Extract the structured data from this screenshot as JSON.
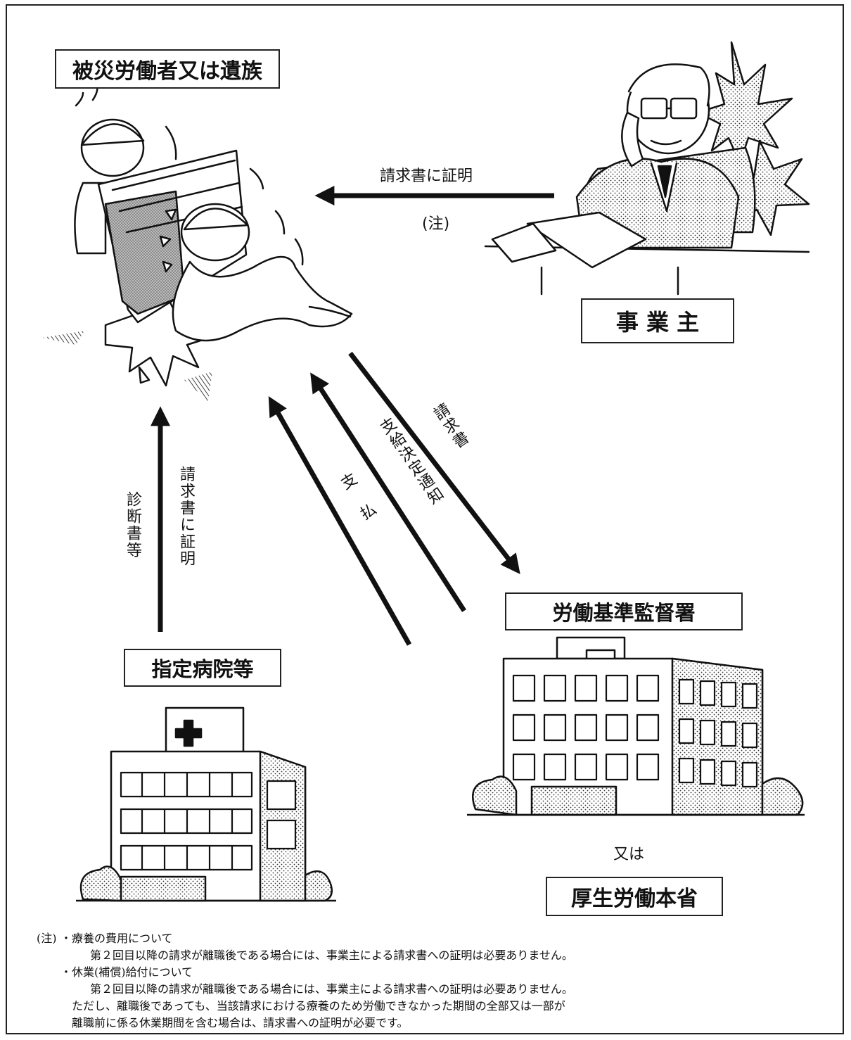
{
  "nodes": {
    "worker": "被災労働者又は遺族",
    "employer": "事 業 主",
    "bureau": "労働基準監督署",
    "ministry": "厚生労働本省",
    "hospital": "指定病院等",
    "or_label": "又は"
  },
  "arrows": {
    "employer_to_worker": "請求書に証明",
    "employer_note": "(注)",
    "worker_to_bureau": "請求書",
    "bureau_decision": "支給決定通知",
    "bureau_payment": "支 払",
    "hospital_certify": "請求書に証明",
    "hospital_diagnosis": "診断書等"
  },
  "notes": {
    "head": "(注)",
    "item1_title": "・療養の費用について",
    "item1_body": "第２回目以降の請求が離職後である場合には、事業主による請求書への証明は必要ありません。",
    "item2_title": "・休業(補償)給付について",
    "item2_body1": "第２回目以降の請求が離職後である場合には、事業主による請求書への証明は必要ありません。",
    "item2_body2": "ただし、離職後であっても、当該請求における療養のため労働できなかった期間の全部又は一部が",
    "item2_body3": "離職前に係る休業期間を含む場合は、請求書への証明が必要です。"
  }
}
